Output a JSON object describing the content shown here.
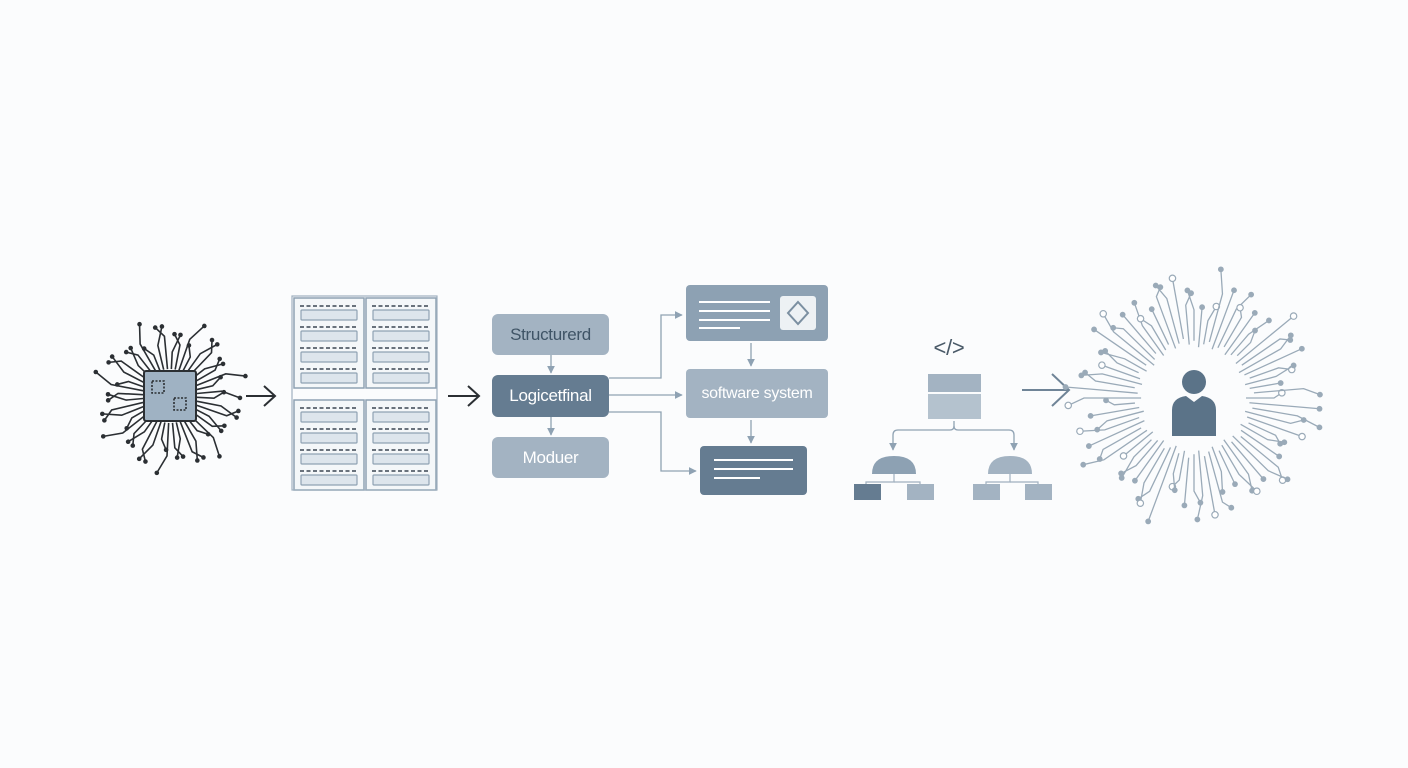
{
  "nodes": {
    "structured": "Structurerd",
    "logical": "Logicetfinal",
    "module": "Moduer",
    "software_system": "software system",
    "code_symbol": "</>"
  },
  "colors": {
    "ink": "#2b2f33",
    "box_light": "#a3b3c2",
    "box_mid": "#8da1b3",
    "box_dark": "#657c91",
    "line": "#8fa2b3",
    "figure": "#5b7388",
    "spark": "#9aaab8"
  },
  "icons": {
    "chip": "microchip-icon",
    "racks": "server-rack-icon",
    "code": "code-brackets-icon",
    "hierarchy": "hierarchy-icon",
    "person": "person-network-icon"
  }
}
